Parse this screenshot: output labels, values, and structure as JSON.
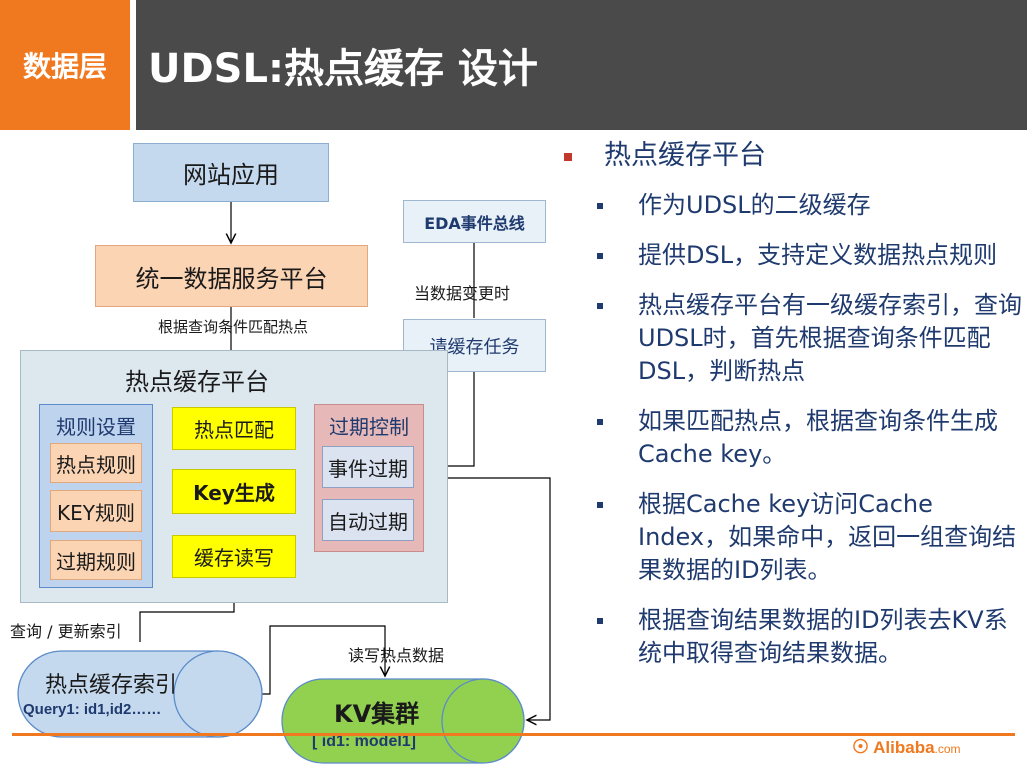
{
  "header": {
    "tag": "数据层",
    "title": "UDSL:热点缓存 设计"
  },
  "diagram": {
    "web_app": "网站应用",
    "unified_platform": "统一数据服务平台",
    "match_label": "根据查询条件匹配热点",
    "eda_bus": "EDA事件总线",
    "data_change_label": "当数据变更时",
    "cache_task": "请缓存任务",
    "cache_platform_title": "热点缓存平台",
    "rules": {
      "title": "规则设置",
      "items": [
        "热点规则",
        "KEY规则",
        "过期规则"
      ]
    },
    "hot_match": "热点匹配",
    "key_gen": "Key生成",
    "cache_rw": "缓存读写",
    "expire": {
      "title": "过期控制",
      "items": [
        "事件过期",
        "自动过期"
      ]
    },
    "query_update_label": "查询 / 更新索引",
    "rw_hot_label": "读写热点数据",
    "index_db": {
      "title": "热点缓存索引",
      "subtitle": "Query1: id1,id2……"
    },
    "kv_db": {
      "title": "KV集群",
      "subtitle": "[ id1: model1]"
    }
  },
  "bullets": {
    "main": "热点缓存平台",
    "items": [
      "作为UDSL的二级缓存",
      "提供DSL，支持定义数据热点规则",
      "热点缓存平台有一级缓存索引，查询UDSL时，首先根据查询条件匹配DSL，判断热点",
      "如果匹配热点，根据查询条件生成Cache key。",
      "根据Cache key访问Cache Index，如果命中，返回一组查询结果数据的ID列表。",
      "根据查询结果数据的ID列表去KV系统中取得查询结果数据。"
    ]
  },
  "footer": {
    "logo": "Alibaba",
    "logo_suffix": ".com"
  },
  "colors": {
    "orange": "#f0781e",
    "dark_header": "#4a4a4a",
    "light_blue": "#c5d9ee",
    "peach": "#fbd4b4",
    "yellow": "#ffff00",
    "pink": "#e6b9b8",
    "green": "#92d050",
    "navy": "#1f3a6e"
  }
}
